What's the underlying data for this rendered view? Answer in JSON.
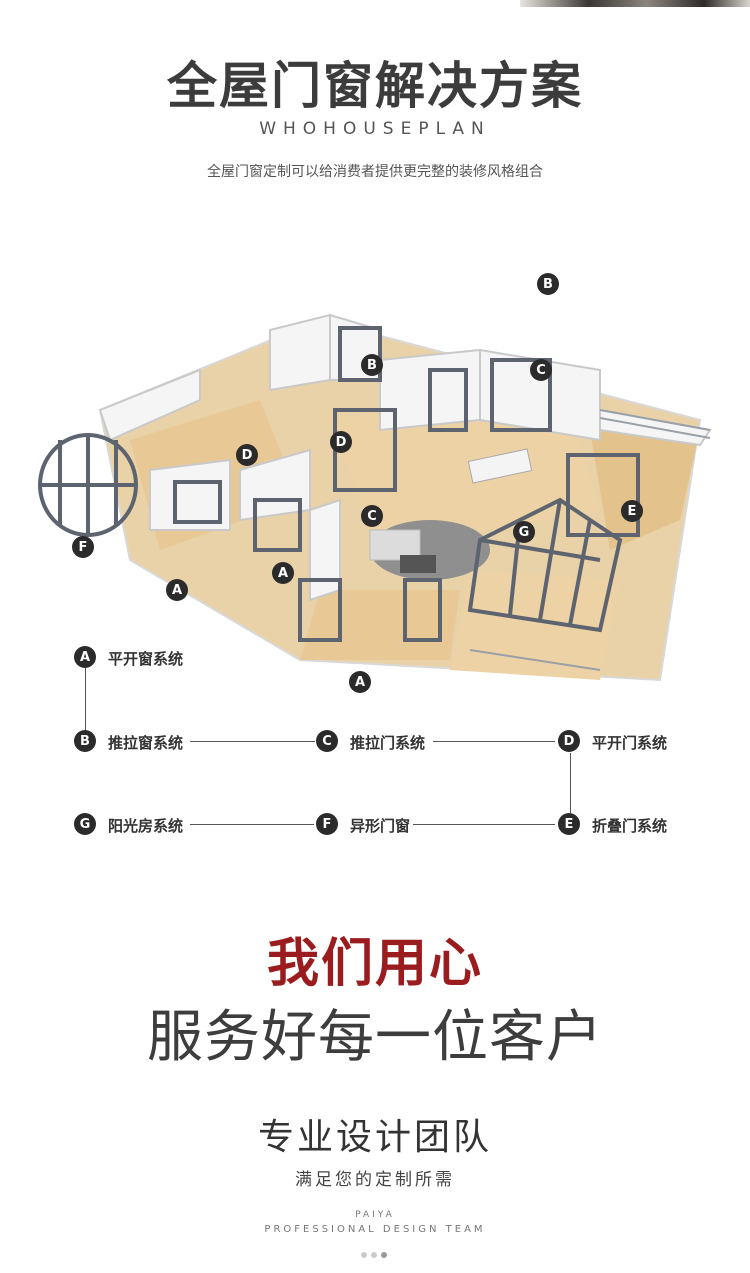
{
  "header": {
    "title": "全屋门窗解决方案",
    "subtitle_en": "WHOHOUSEPLAN",
    "description": "全屋门窗定制可以给消费者提供更完整的装修风格组合"
  },
  "floorplan_markers": [
    "B",
    "B",
    "C",
    "D",
    "D",
    "C",
    "E",
    "G",
    "F",
    "A",
    "A",
    "A"
  ],
  "legend": {
    "a": {
      "letter": "A",
      "label": "平开窗系统"
    },
    "b": {
      "letter": "B",
      "label": "推拉窗系统"
    },
    "c": {
      "letter": "C",
      "label": "推拉门系统"
    },
    "d": {
      "letter": "D",
      "label": "平开门系统"
    },
    "e": {
      "letter": "E",
      "label": "折叠门系统"
    },
    "f": {
      "letter": "F",
      "label": "异形门窗"
    },
    "g": {
      "letter": "G",
      "label": "阳光房系统"
    }
  },
  "slogan": {
    "line1": "我们用心",
    "line2": "服务好每一位客户"
  },
  "team": {
    "title": "专业设计团队",
    "subtitle": "满足您的定制所需",
    "brand": "PAIYA",
    "tagline": "PROFESSIONAL DESIGN TEAM"
  },
  "colors": {
    "title": "#3c3c3c",
    "slogan_red": "#9b1c1f",
    "badge": "#2b2b2b",
    "floor_wood": "#e8c995",
    "frame_gray": "#5d6470"
  }
}
